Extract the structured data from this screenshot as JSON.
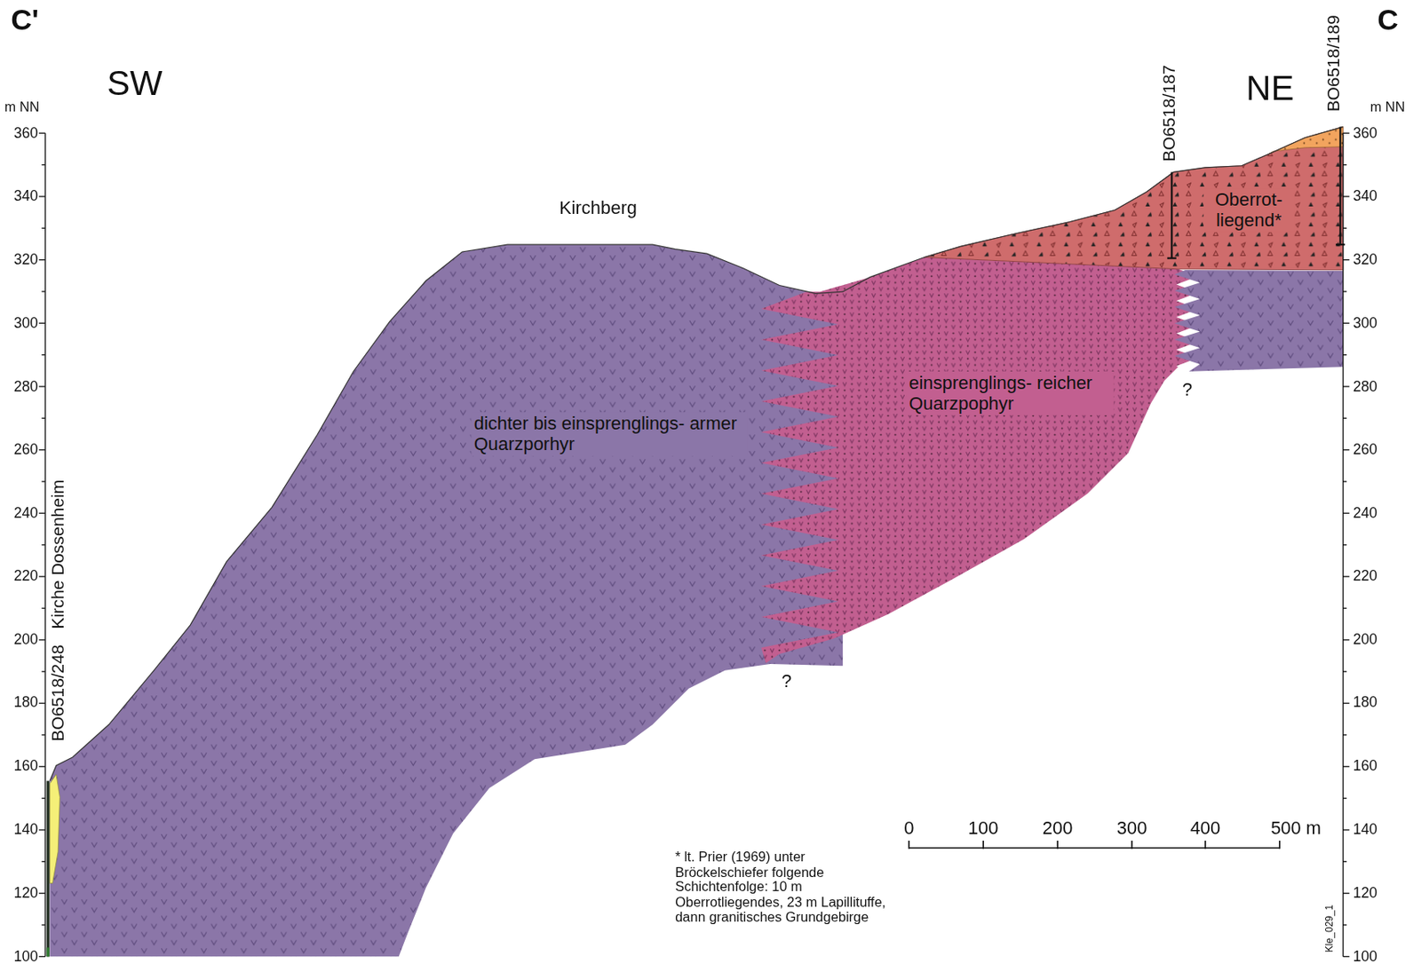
{
  "diagram": {
    "nodes": [
      {
        "text": [
          "dichter bis einsprenglings- armer Quarzporhyr"
        ]
      },
      {
        "text": [
          "einsprenglings- reicher Quarzpophyr"
        ]
      },
      {
        "text": [
          "Oberrot- liegend*"
        ]
      }
    ],
    "labels": [
      "C'",
      "SW",
      "m NN",
      "360",
      "340",
      "320",
      "300",
      "280",
      "260",
      "240",
      "220",
      "200",
      "180",
      "160",
      "140",
      "120",
      "100",
      "Kirchberg",
      "BO6518/248",
      "Kirche Dossenheim",
      "?",
      "BO6518/187",
      "NE",
      "BO6518/189",
      "C",
      "m NN",
      "360",
      "340",
      "320",
      "300",
      "280",
      "260",
      "240",
      "220",
      "200",
      "180",
      "160",
      "140",
      "120",
      "100",
      "?",
      "0",
      "100",
      "200",
      "300",
      "400",
      "500 m",
      "* lt. Prier (1969) unter Bröckelschiefer folgende Schichtenfolge: 10 m Oberrotliegendes, 23 m Lapillituffe, dann granitisches Grundgebirge",
      "Kle_029_1"
    ]
  }
}
